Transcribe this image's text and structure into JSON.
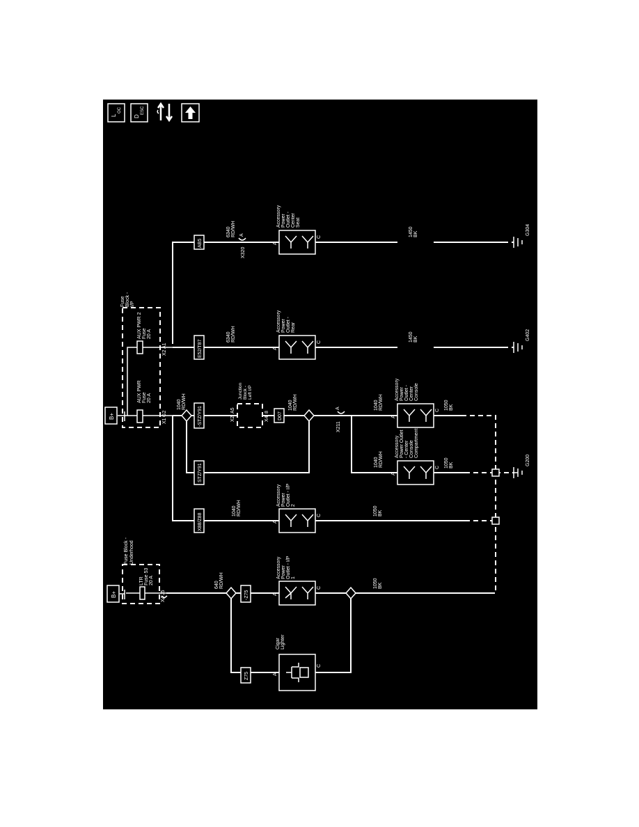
{
  "nav": {
    "loc_main": "L",
    "loc_sub": "OC",
    "desc_main": "D",
    "desc_sub": "ESC",
    "icons": [
      "loc-icon",
      "desc-icon",
      "swap-arrows-icon",
      "up-arrow-icon"
    ]
  },
  "colors": {
    "background": "#000000",
    "foreground": "#ffffff",
    "page": "#ffffff"
  },
  "power": {
    "b_plus": "B+"
  },
  "fuse_block_underhood": {
    "title_line1": "Fuse Block -",
    "title_line2": "Underhood",
    "fuse_name": "LTR",
    "fuse_id": "Fuse 53",
    "fuse_rating": "20 A",
    "conn": "X4",
    "pin": "J5"
  },
  "fuse_block_ip": {
    "title_line1": "Fuse",
    "title_line2": "Block -",
    "title_line3": "I/P",
    "fuse1_name": "AUX PWR",
    "fuse1_id": "Fuse",
    "fuse1_rating": "20 A",
    "fuse2_name": "AUX PWR 2",
    "fuse2_id": "Fuse",
    "fuse2_rating": "20 A",
    "conn1": "X1",
    "pin1": "G2",
    "conn2": "X2",
    "pin2": "A1"
  },
  "wires": {
    "w640": "640",
    "w640_color": "RD/WH",
    "w1040_ip": "1040",
    "w1040_ip_color": "RD/WH",
    "w1040_jb": "1040",
    "w1040_jb_color": "RD/WH",
    "w1040_cc": "1040",
    "w1040_cc_color": "RD/WH",
    "w1040_comp": "1040",
    "w1040_comp_color": "RD/WH",
    "w6340_rear": "6340",
    "w6340_rear_color": "RD/WH",
    "w6340_seat": "6340",
    "w6340_seat_color": "RD/WH",
    "w1050_a": "1050",
    "w1050_a_color": "BK",
    "w1050_b": "1050",
    "w1050_b_color": "BK",
    "w1050_c": "1050",
    "w1050_c_color": "BK",
    "w1050_d": "1050",
    "w1050_d_color": "BK",
    "w1450_a": "1450",
    "w1450_a_color": "BK",
    "w1450_b": "1450",
    "w1450_b_color": "BK"
  },
  "options": {
    "z75_a": "Z75",
    "z75_b": "-Z75",
    "x88_z88": "X88/Z88",
    "stz_y91": "STZ/Y91",
    "not_stz_y91": "-STZ/Y91",
    "d07": "D07",
    "e52_t87": "E52/T87",
    "ab5": "AB5"
  },
  "junction_block": {
    "line1": "Junction",
    "line2": "Block -",
    "line3": "Left I/P",
    "conn_in": "X2",
    "pin_in": "A5",
    "conn_out": "X4",
    "pin_out": "8"
  },
  "inline_connectors": {
    "x211": "X211",
    "x211_pin": "A",
    "x320": "X320",
    "x320_pin": "A"
  },
  "components": {
    "cigar_lighter": {
      "line1": "Cigar",
      "line2": "Lighter",
      "pin_a": "A",
      "pin_c": "C"
    },
    "outlet_ip1": {
      "line1": "Accessory",
      "line2": "Power",
      "line3": "Outlet - I/P",
      "line4": "1",
      "pin_a": "A",
      "pin_c": "C"
    },
    "outlet_ip2": {
      "line1": "Accessory",
      "line2": "Power",
      "line3": "Outlet - I/P",
      "line4": "2",
      "pin_a": "A",
      "pin_c": "C"
    },
    "outlet_comp": {
      "line1": "Accessory",
      "line2": "Power Outlet",
      "line3": "- Center",
      "line4": "Console",
      "line5": "Compartment",
      "pin_a": "A",
      "pin_c": "C"
    },
    "outlet_cc": {
      "line1": "Accessory",
      "line2": "Power",
      "line3": "Outlet -",
      "line4": "Center",
      "line5": "Console",
      "pin_a": "A",
      "pin_c": "C"
    },
    "outlet_rear": {
      "line1": "Accessory",
      "line2": "Power",
      "line3": "Outlet -",
      "line4": "Rear",
      "pin_a": "A",
      "pin_c": "C"
    },
    "outlet_seat": {
      "line1": "Accessory",
      "line2": "Power",
      "line3": "Outlet -",
      "line4": "Center",
      "line5": "Seat",
      "pin_a": "A",
      "pin_c": "C"
    }
  },
  "grounds": {
    "g200": "G200",
    "g402": "G402",
    "g304": "G304"
  }
}
